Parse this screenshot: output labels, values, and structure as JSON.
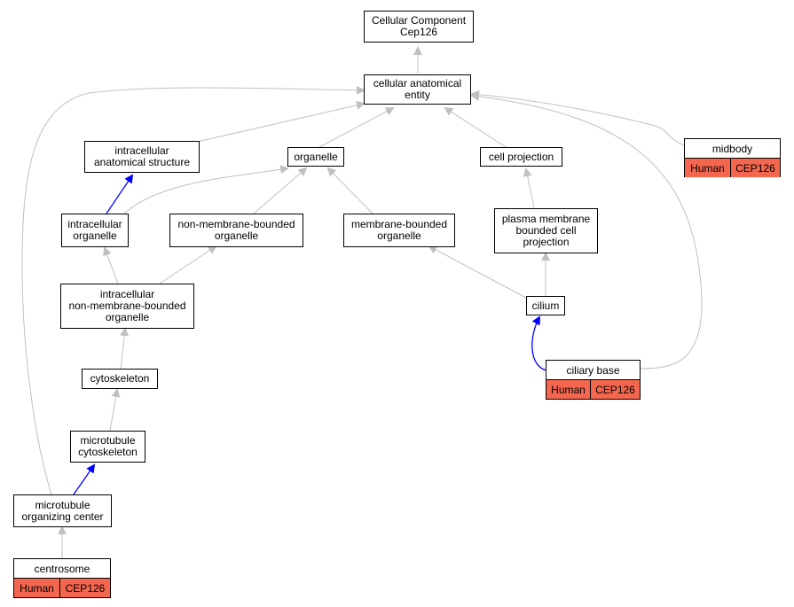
{
  "nodes": {
    "cellular_component": "Cellular Component\nCep126",
    "cellular_anatomical_entity": "cellular anatomical\nentity",
    "intracellular_anatomical_structure": "intracellular\nanatomical structure",
    "organelle": "organelle",
    "cell_projection": "cell projection",
    "intracellular_organelle": "intracellular\norganelle",
    "non_membrane_bounded_organelle": "non-membrane-bounded\norganelle",
    "membrane_bounded_organelle": "membrane-bounded\norganelle",
    "plasma_membrane_bounded_cell_projection": "plasma membrane\nbounded cell\nprojection",
    "intracellular_non_membrane_bounded_organelle": "intracellular\nnon-membrane-bounded\norganelle",
    "cilium": "cilium",
    "cytoskeleton": "cytoskeleton",
    "microtubule_cytoskeleton": "microtubule\ncytoskeleton",
    "microtubule_organizing_center": "microtubule\norganizing center"
  },
  "annotated_nodes": {
    "midbody": {
      "title": "midbody",
      "species": "Human",
      "gene": "CEP126"
    },
    "ciliary_base": {
      "title": "ciliary base",
      "species": "Human",
      "gene": "CEP126"
    },
    "centrosome": {
      "title": "centrosome",
      "species": "Human",
      "gene": "CEP126"
    }
  },
  "colors": {
    "is_a_edge": "#c0c0c0",
    "part_of_edge": "#0000ff",
    "gene_cell": "#f4664e"
  }
}
